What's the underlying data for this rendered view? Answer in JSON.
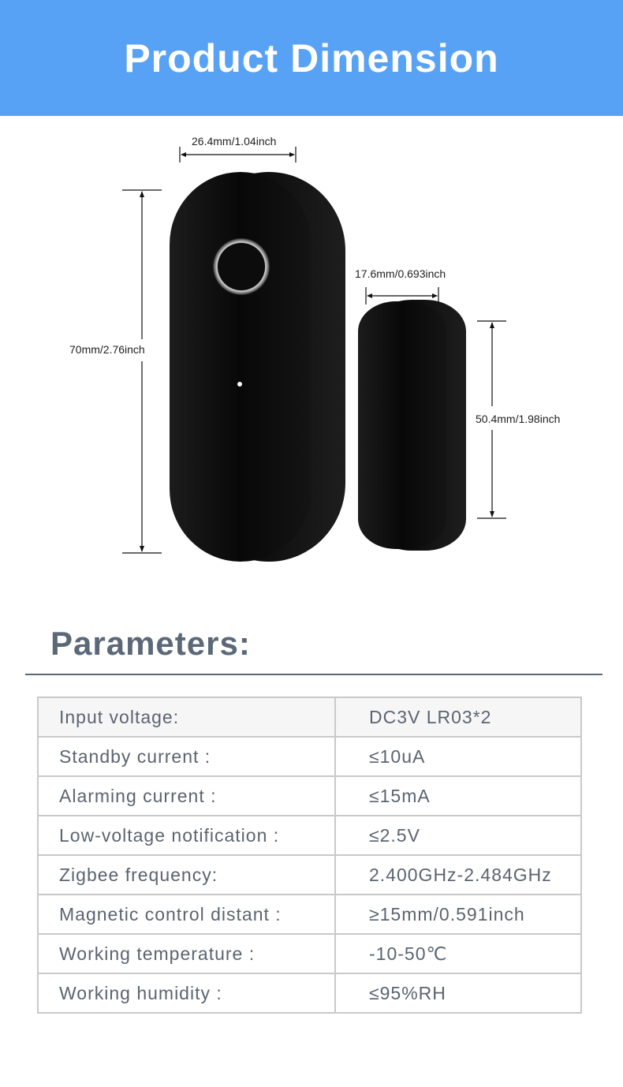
{
  "banner": {
    "title": "Product Dimension"
  },
  "dimensions": {
    "sensor_width": "26.4mm/1.04inch",
    "sensor_height": "70mm/2.76inch",
    "magnet_width": "17.6mm/0.693inch",
    "magnet_height": "50.4mm/1.98inch"
  },
  "parameters": {
    "heading": "Parameters:",
    "rows": [
      {
        "label": "Input voltage:",
        "value": "DC3V  LR03*2"
      },
      {
        "label": "Standby current :",
        "value": "≤10uA"
      },
      {
        "label": "Alarming current :",
        "value": "≤15mA"
      },
      {
        "label": "Low-voltage notification :",
        "value": "≤2.5V"
      },
      {
        "label": "Zigbee frequency:",
        "value": "2.400GHz-2.484GHz"
      },
      {
        "label": "Magnetic control distant :",
        "value": "≥15mm/0.591inch"
      },
      {
        "label": "Working temperature :",
        "value": "-10-50℃"
      },
      {
        "label": "Working humidity :",
        "value": "≤95%RH"
      }
    ]
  },
  "colors": {
    "banner": "#58a2f5",
    "heading": "#5a6877",
    "table_border": "#c9c9c9",
    "device": "#0a0a0a"
  }
}
